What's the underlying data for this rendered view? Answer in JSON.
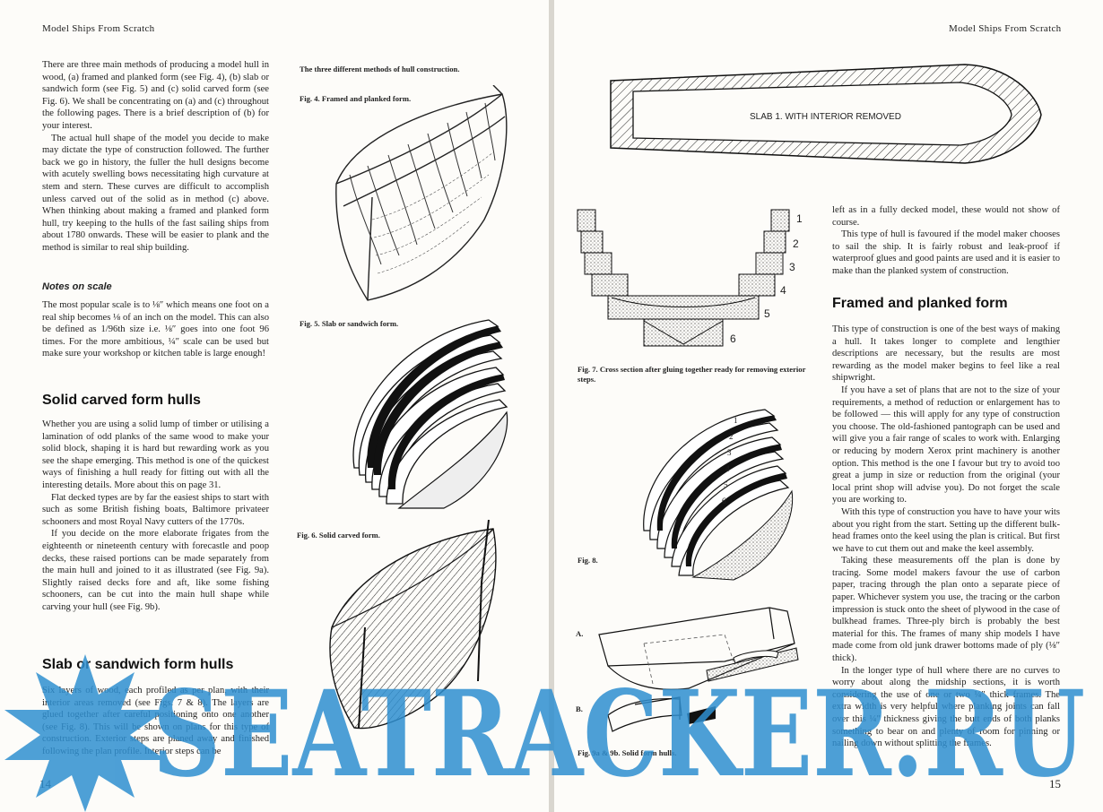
{
  "header": {
    "left_running_title": "Model Ships From Scratch",
    "right_running_title": "Model Ships From Scratch"
  },
  "left_page": {
    "page_number": "14",
    "intro": [
      "There are three main methods of producing a model hull in wood, (a) framed and planked form (see Fig. 4), (b) slab or sandwich form (see Fig. 5) and (c) solid carved form (see Fig. 6). We shall be concentrating on (a) and (c) throughout the following pages. There is a brief description of (b) for your interest.",
      "The actual hull shape of the model you decide to make may dictate the type of construction followed. The further back we go in history, the fuller the hull designs become with acutely swelling bows necessitating high curvature at stem and stern. These curves are difficult to accomplish unless carved out of the solid as in method (c) above. When thinking about making a framed and planked form hull, try keeping to the hulls of the fast sailing ships from about 1780 onwards. These will be easier to plank and the method is similar to real ship building."
    ],
    "notes_heading": "Notes on scale",
    "notes": [
      "The most popular scale is to ⅛″ which means one foot on a real ship becomes ⅛ of an inch on the model. This can also be defined as 1/96th size i.e. ⅛″ goes into one foot 96 times. For the more ambitious, ¼″ scale can be used but make sure your workshop or kitchen table is large enough!"
    ],
    "solid_heading": "Solid carved form hulls",
    "solid": [
      "Whether you are using a solid lump of timber or utilising a lamination of odd planks of the same wood to make your solid block, shaping it is hard but rewarding work as you see the shape emerging. This method is one of the quickest ways of finishing a hull ready for fitting out with all the interesting details. More about this on page 31.",
      "Flat decked types are by far the easiest ships to start with such as some British fishing boats, Baltimore privateer schooners and most Royal Navy cutters of the 1770s.",
      "If you decide on the more elaborate frigates from the eighteenth or nineteenth century with forecastle and poop decks, these raised portions can be made separately from the main hull and joined to it as illustrated (see Fig. 9a). Slightly raised decks fore and aft, like some fishing schooners, can be cut into the main hull shape while carving your hull (see Fig. 9b)."
    ],
    "slab_heading": "Slab or sandwich form hulls",
    "slab": [
      "Six layers of wood, each profiled as per plan, with their interior areas removed (see Figs. 7 & 8). The layers are glued together after careful positioning onto one another (see Fig. 8). This will be shown on plans for this type of construction. Exterior steps are planed away and finished following the plan profile. Interior steps can be"
    ],
    "figures_title": "The three different methods of hull construction.",
    "fig4_caption": "Fig. 4. Framed and planked form.",
    "fig5_caption": "Fig. 5. Slab or sandwich form.",
    "fig6_caption": "Fig. 6. Solid carved form."
  },
  "right_page": {
    "page_number": "15",
    "slab_label": "SLAB 1. WITH INTERIOR REMOVED",
    "fig7_layers": [
      "1",
      "2",
      "3",
      "4",
      "5",
      "6"
    ],
    "fig7_caption": "Fig. 7. Cross section after gluing together ready for removing exterior steps.",
    "fig8_caption": "Fig. 8.",
    "fig9_label_a": "A.",
    "fig9_label_b": "B.",
    "fig9_caption": "Fig. 9a & 9b. Solid form hulls.",
    "column_text_top": [
      "left as in a fully decked model, these would not show of course.",
      "This type of hull is favoured if the model maker chooses to sail the ship. It is fairly robust and leak-proof if waterproof glues and good paints are used and it is easier to make than the planked system of construction."
    ],
    "framed_heading": "Framed and planked form",
    "framed": [
      "This type of construction is one of the best ways of making a hull. It takes longer to complete and lengthier descriptions are necessary, but the results are most rewarding as the model maker begins to feel like a real shipwright.",
      "If you have a set of plans that are not to the size of your requirements, a method of reduction or enlargement has to be followed — this will apply for any type of construction you choose. The old-fashioned pantograph can be used and will give you a fair range of scales to work with. Enlarging or reducing by modern Xerox print machinery is another option. This method is the one I favour but try to avoid too great a jump in size or reduction from the original (your local print shop will advise you). Do not forget the scale you are working to.",
      "With this type of construction you have to have your wits about you right from the start. Setting up the different bulk-head frames onto the keel using the plan is critical. But first we have to cut them out and make the keel assembly.",
      "Taking these measurements off the plan is done by tracing. Some model makers favour the use of carbon paper, tracing through the plan onto a separate piece of paper. Whichever system you use, the tracing or the carbon impression is stuck onto the sheet of plywood in the case of bulkhead frames. Three-ply birch is probably the best material for this. The frames of many ship models I have made come from old junk drawer bottoms made of ply (⅛″ thick).",
      "In the longer type of hull where there are no curves to worry about along the midship sections, it is worth considering the use of one or two ¼″ thick frames. The extra width is very helpful where planking joints can fall over this ¼″ thickness giving the butt ends of both planks something to bear on and plenty of room for pinning or nailing down without splitting the frames."
    ]
  },
  "watermark": {
    "text": "SEATRACKER.RU",
    "color": "#2f8fd0"
  }
}
